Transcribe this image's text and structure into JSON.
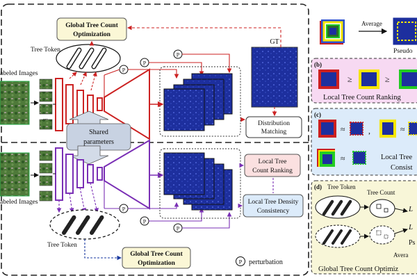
{
  "main": {
    "top_opt": "Global Tree Count Optimization",
    "top_opt_l1": "Global Tree Count",
    "top_opt_l2": "Optimization",
    "tree_token_top": "Tree Token",
    "labeled_images": "abeled Images",
    "unlabeled_images": "abeled Images",
    "shared_l1": "Shared",
    "shared_l2": "parameters",
    "gt": "GT",
    "dist_l1": "Distribution",
    "dist_l2": "Matching",
    "local_rank_l1": "Local Tree",
    "local_rank_l2": "Count Ranking",
    "local_density_l1": "Local Tree Density",
    "local_density_l2": "Consistency",
    "tree_token_bottom": "Tree Token",
    "bottom_opt_l1": "Global Tree Count",
    "bottom_opt_l2": "Optimization",
    "perturb_symbol": "P",
    "perturbation": "perturbation",
    "ellipsis": "..."
  },
  "panel_a": {
    "average": "Average",
    "pseudo": "Pseudo"
  },
  "panel_b": {
    "label": "(b)",
    "geq": "≥",
    "title": "Local Tree Count Ranking"
  },
  "panel_c": {
    "label": "(c)",
    "approx": "≈",
    "comma": ",",
    "title_l1": "Local Tree",
    "title_l2": "Consist"
  },
  "panel_d": {
    "label": "(d)",
    "tree_token": "Tree Token",
    "tree_count": "Tree Count",
    "lt1": "L",
    "lt2": "L",
    "ps": "Ps",
    "avera": "Avera",
    "title": "Global Tree Count Optimiz"
  },
  "colors": {
    "red": "#cc2222",
    "purple": "#7a2fb5",
    "navy": "#1a2a8a",
    "panel_b_bg": "#f7d9f2",
    "panel_c_bg": "#dcebfa",
    "panel_d_bg": "#f8f6d8",
    "opt_box": "#fbf7d6",
    "rank_box": "#fbe0e0"
  }
}
